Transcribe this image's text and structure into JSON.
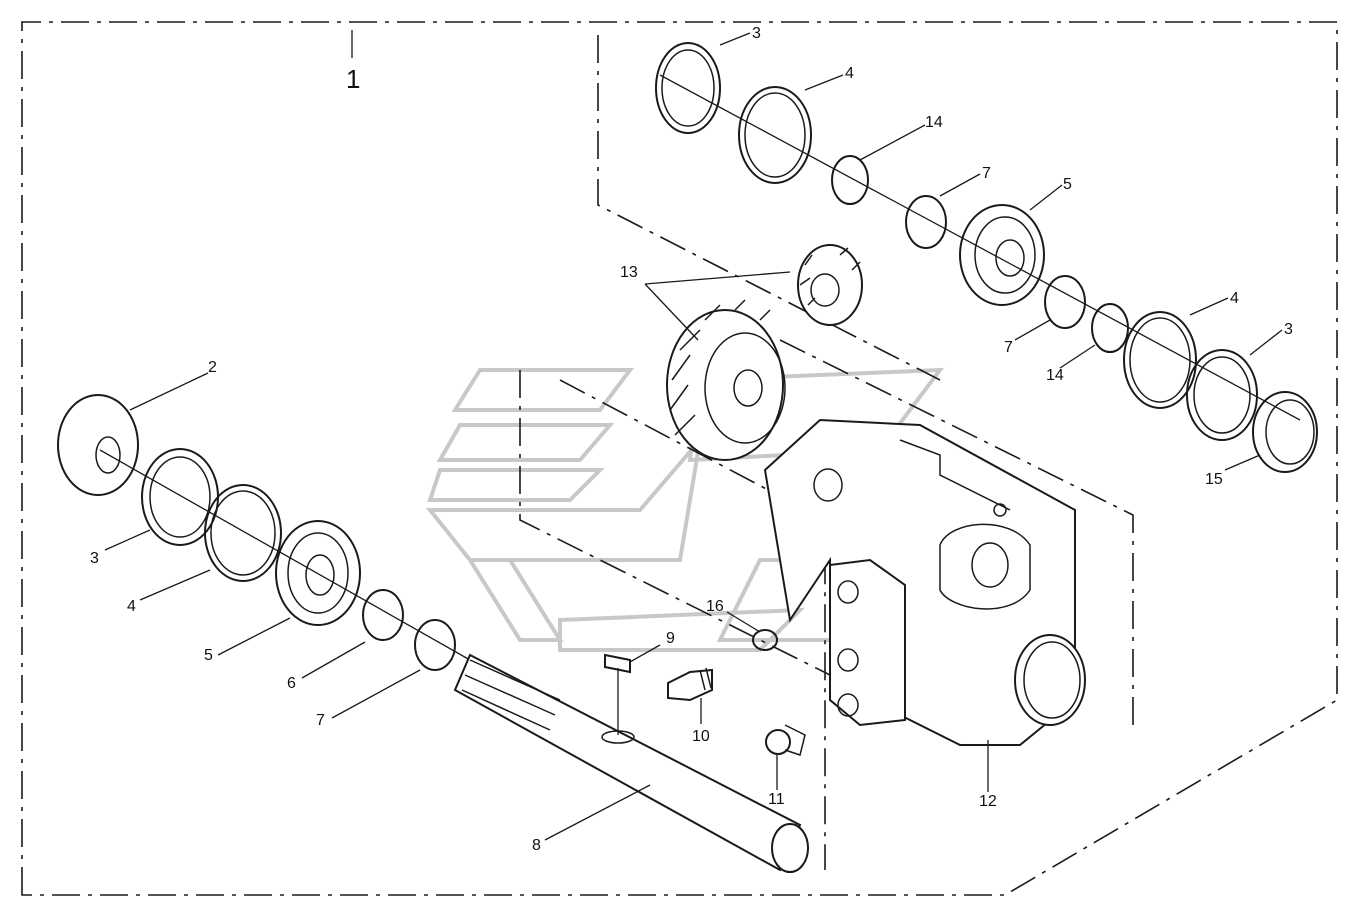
{
  "diagram": {
    "group_label": "1",
    "callouts": [
      {
        "id": "c2",
        "text": "2"
      },
      {
        "id": "c3a",
        "text": "3"
      },
      {
        "id": "c3b",
        "text": "3"
      },
      {
        "id": "c3c",
        "text": "3"
      },
      {
        "id": "c4a",
        "text": "4"
      },
      {
        "id": "c4b",
        "text": "4"
      },
      {
        "id": "c4c",
        "text": "4"
      },
      {
        "id": "c5a",
        "text": "5"
      },
      {
        "id": "c5b",
        "text": "5"
      },
      {
        "id": "c6",
        "text": "6"
      },
      {
        "id": "c7a",
        "text": "7"
      },
      {
        "id": "c7b",
        "text": "7"
      },
      {
        "id": "c7c",
        "text": "7"
      },
      {
        "id": "c8",
        "text": "8"
      },
      {
        "id": "c9",
        "text": "9"
      },
      {
        "id": "c10",
        "text": "10"
      },
      {
        "id": "c11",
        "text": "11"
      },
      {
        "id": "c12",
        "text": "12"
      },
      {
        "id": "c13",
        "text": "13"
      },
      {
        "id": "c14a",
        "text": "14"
      },
      {
        "id": "c14b",
        "text": "14"
      },
      {
        "id": "c15",
        "text": "15"
      },
      {
        "id": "c16",
        "text": "16"
      }
    ]
  }
}
